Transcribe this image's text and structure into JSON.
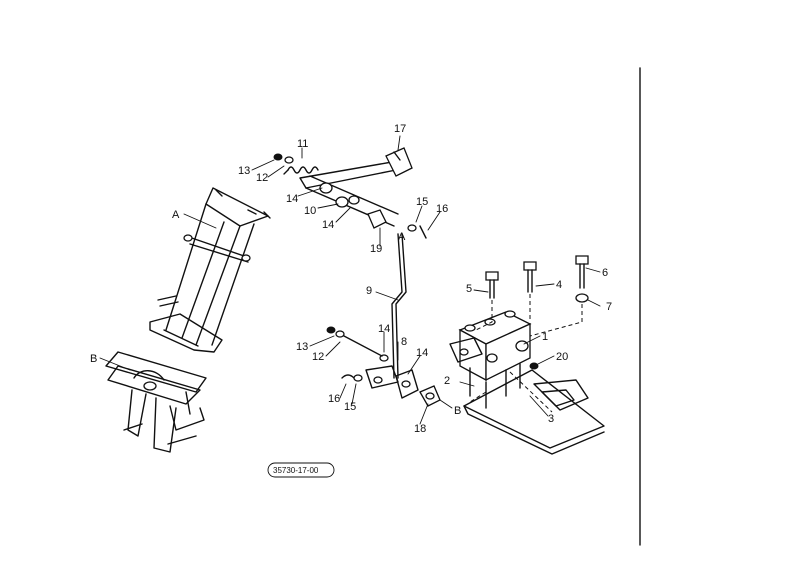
{
  "diagram": {
    "reference_code": "35730-17-00",
    "callouts": {
      "c1": "1",
      "c2": "2",
      "c3": "3",
      "c4": "4",
      "c5": "5",
      "c6": "6",
      "c7": "7",
      "c8": "8",
      "c9": "9",
      "c10": "10",
      "c11": "11",
      "c12a": "12",
      "c12b": "12",
      "c13a": "13",
      "c13b": "13",
      "c14a": "14",
      "c14b": "14",
      "c14c": "14",
      "c14d": "14",
      "c15a": "15",
      "c15b": "15",
      "c16a": "16",
      "c16b": "16",
      "c17": "17",
      "c18": "18",
      "c19": "19",
      "c20": "20",
      "A1": "A",
      "A2": "A",
      "B1": "B",
      "B2": "B"
    }
  }
}
